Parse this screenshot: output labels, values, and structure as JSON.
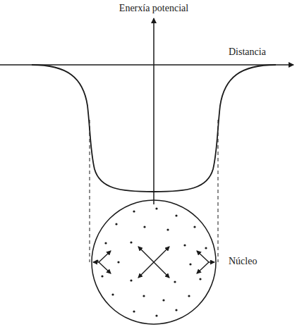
{
  "diagram": {
    "labels": [
      "Enerxía potencial",
      "Distancia",
      "Núcleo"
    ]
  }
}
